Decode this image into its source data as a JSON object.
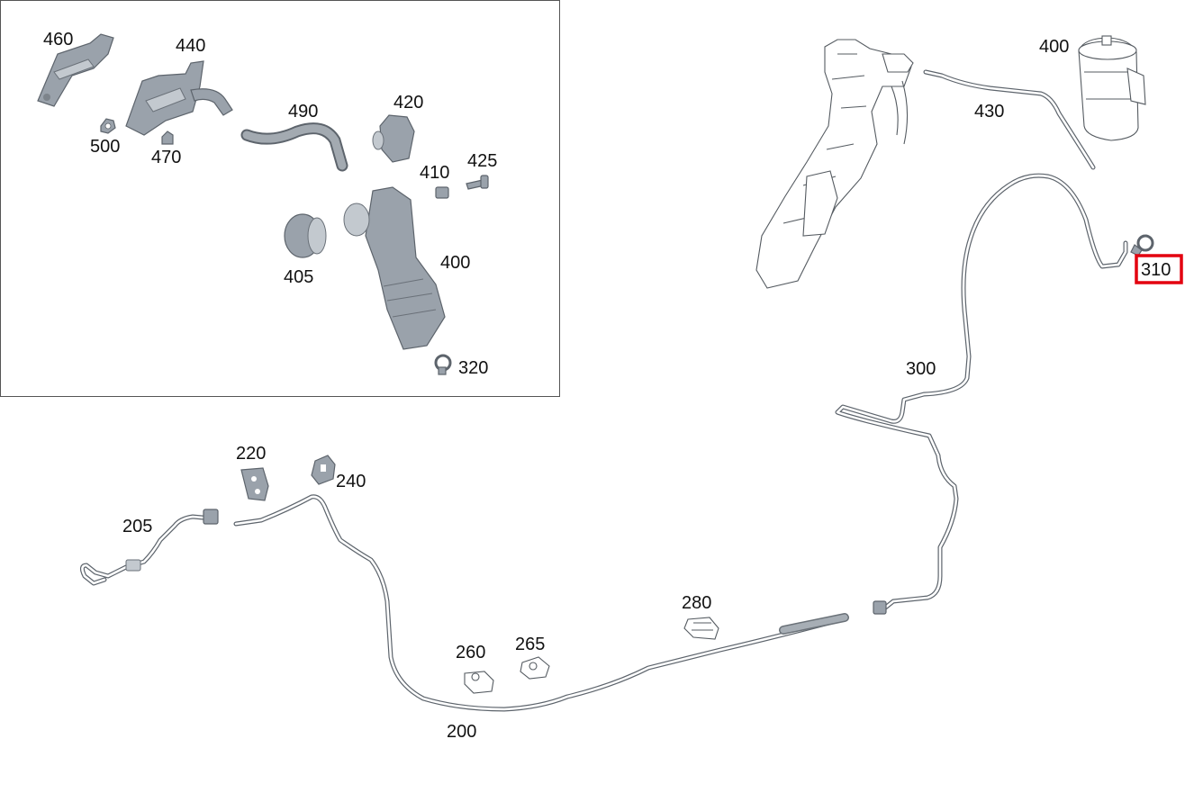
{
  "parts": {
    "p460": "460",
    "p440": "440",
    "p500": "500",
    "p470": "470",
    "p490": "490",
    "p420": "420",
    "p410": "410",
    "p425": "425",
    "p405": "405",
    "p400a": "400",
    "p320": "320",
    "p400b": "400",
    "p430": "430",
    "p310": "310",
    "p300": "300",
    "p220": "220",
    "p240": "240",
    "p205": "205",
    "p280": "280",
    "p260": "260",
    "p265": "265",
    "p200": "200"
  },
  "highlight": {
    "part": "310",
    "color": "#e3000f"
  },
  "colors": {
    "part_fill": "#9aa2ab",
    "outline": "#5d646c"
  }
}
